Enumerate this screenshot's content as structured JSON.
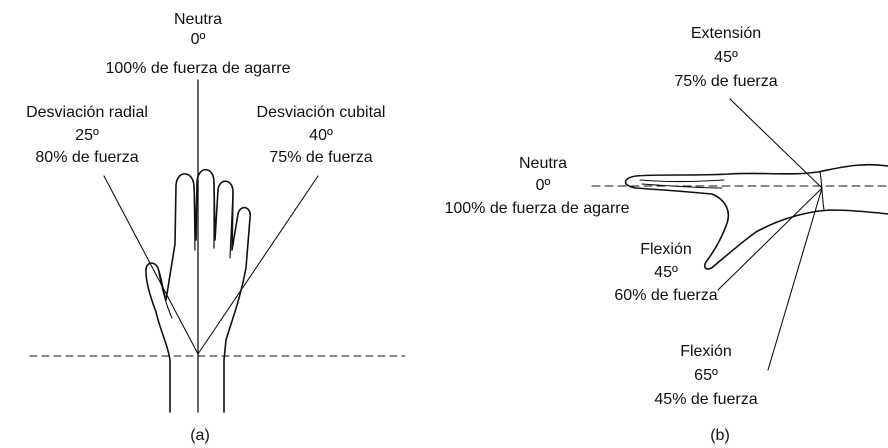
{
  "panel_a": {
    "neutral": {
      "title": "Neutra",
      "angle": "0º",
      "force": "100% de fuerza de agarre"
    },
    "radial": {
      "title": "Desviación radial",
      "angle": "25º",
      "force": "80% de fuerza"
    },
    "ulnar": {
      "title": "Desviación cubital",
      "angle": "40º",
      "force": "75% de fuerza"
    },
    "caption": "(a)"
  },
  "panel_b": {
    "extension": {
      "title": "Extensión",
      "angle": "45º",
      "force": "75% de fuerza"
    },
    "neutral": {
      "title": "Neutra",
      "angle": "0º",
      "force": "100% de fuerza de agarre"
    },
    "flexion45": {
      "title": "Flexión",
      "angle": "45º",
      "force": "60% de fuerza"
    },
    "flexion65": {
      "title": "Flexión",
      "angle": "65º",
      "force": "45% de fuerza"
    },
    "caption": "(b)"
  }
}
